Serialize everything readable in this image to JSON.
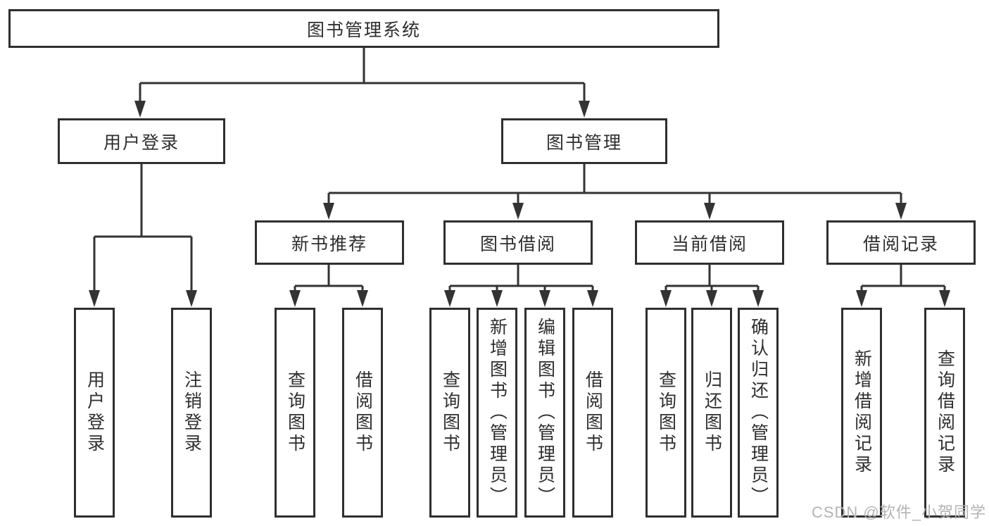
{
  "tree": {
    "label": "图书管理系统",
    "children": [
      {
        "label": "用户登录",
        "children": [
          {
            "label": "用户登录"
          },
          {
            "label": "注销登录"
          }
        ]
      },
      {
        "label": "图书管理",
        "children": [
          {
            "label": "新书推荐",
            "children": [
              {
                "label": "查询图书"
              },
              {
                "label": "借阅图书"
              }
            ]
          },
          {
            "label": "图书借阅",
            "children": [
              {
                "label": "查询图书"
              },
              {
                "label": "新增图书（管理员）"
              },
              {
                "label": "编辑图书（管理员）"
              },
              {
                "label": "借阅图书"
              }
            ]
          },
          {
            "label": "当前借阅",
            "children": [
              {
                "label": "查询图书"
              },
              {
                "label": "归还图书"
              },
              {
                "label": "确认归还（管理员）"
              }
            ]
          },
          {
            "label": "借阅记录",
            "children": [
              {
                "label": "新增借阅记录"
              },
              {
                "label": "查询借阅记录"
              }
            ]
          }
        ]
      }
    ]
  },
  "watermark": {
    "text": "CSDN @软件_小贺同学"
  },
  "colors": {
    "line": "#333333",
    "box_border": "#2f2f2f",
    "text": "#2e2e2e",
    "watermark": "#b3b3b3",
    "background": "#ffffff"
  }
}
